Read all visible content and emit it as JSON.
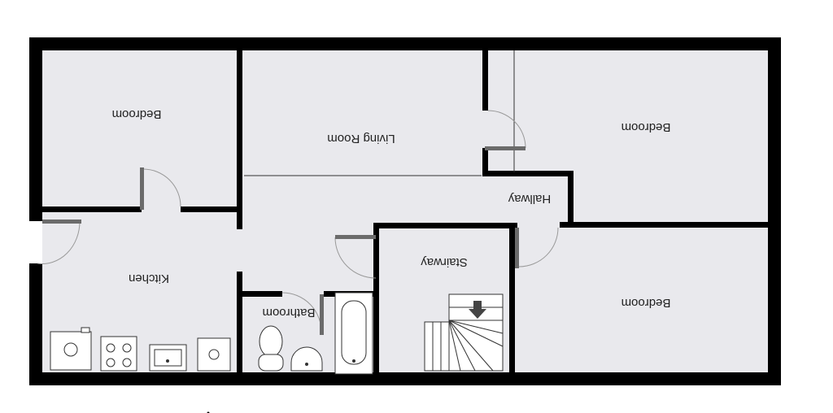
{
  "floorplan": {
    "colors": {
      "wall": "#000000",
      "floor": "#e9e9ed",
      "door": "#6b6b6b",
      "fixture": "#ffffff"
    },
    "rooms": {
      "bedroom_top_left": "Bedroom",
      "living_room": "Living Room",
      "bedroom_top_right": "Bedroom",
      "hallway": "Hallway",
      "stairway": "Stairway",
      "kitchen": "Kitchen",
      "bathroom": "Bathroom",
      "bedroom_bottom_right": "Bedroom"
    },
    "label_orientation": "rotated-180",
    "fixtures": [
      "washing-machine-icon",
      "hob-icon",
      "sink-icon",
      "fridge-icon",
      "toilet-icon",
      "basin-icon",
      "bathtub-icon",
      "stairs-icon",
      "arrow-down-icon"
    ]
  }
}
